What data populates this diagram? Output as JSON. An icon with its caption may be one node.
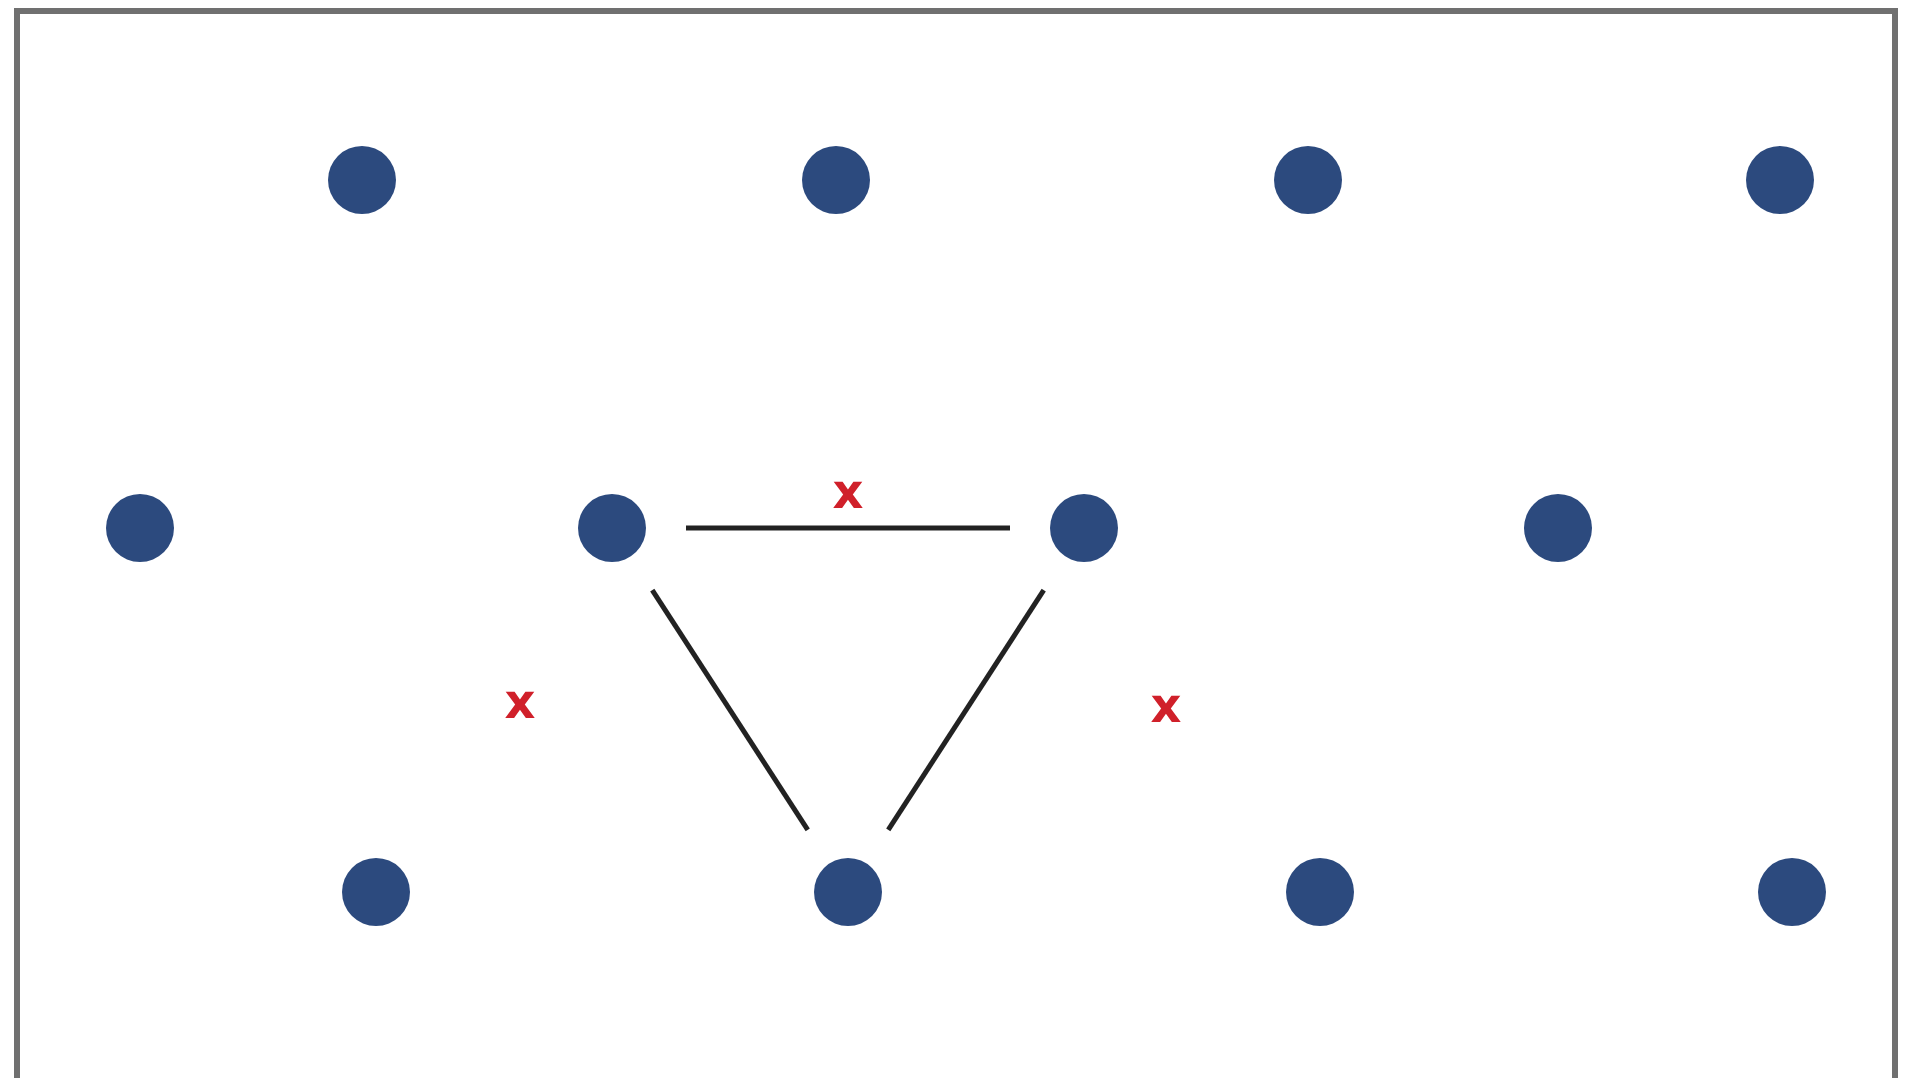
{
  "diagram": {
    "nodes": [
      {
        "text": [],
        "shape": "circle"
      },
      {
        "text": [],
        "shape": "circle"
      },
      {
        "text": [],
        "shape": "circle"
      },
      {
        "text": [],
        "shape": "circle"
      },
      {
        "text": [],
        "shape": "circle"
      },
      {
        "text": [],
        "shape": "circle"
      },
      {
        "text": [],
        "shape": "circle"
      },
      {
        "text": [],
        "shape": "circle"
      },
      {
        "text": [],
        "shape": "circle"
      },
      {
        "text": [],
        "shape": "circle"
      },
      {
        "text": [],
        "shape": "circle"
      },
      {
        "text": [],
        "shape": "circle"
      }
    ],
    "edges": [
      {
        "from": 5,
        "to": 6,
        "arrow": "none",
        "label": "x"
      },
      {
        "from": 5,
        "to": 9,
        "arrow": "none",
        "label": "x"
      },
      {
        "from": 6,
        "to": 9,
        "arrow": "none",
        "label": "x"
      }
    ]
  }
}
